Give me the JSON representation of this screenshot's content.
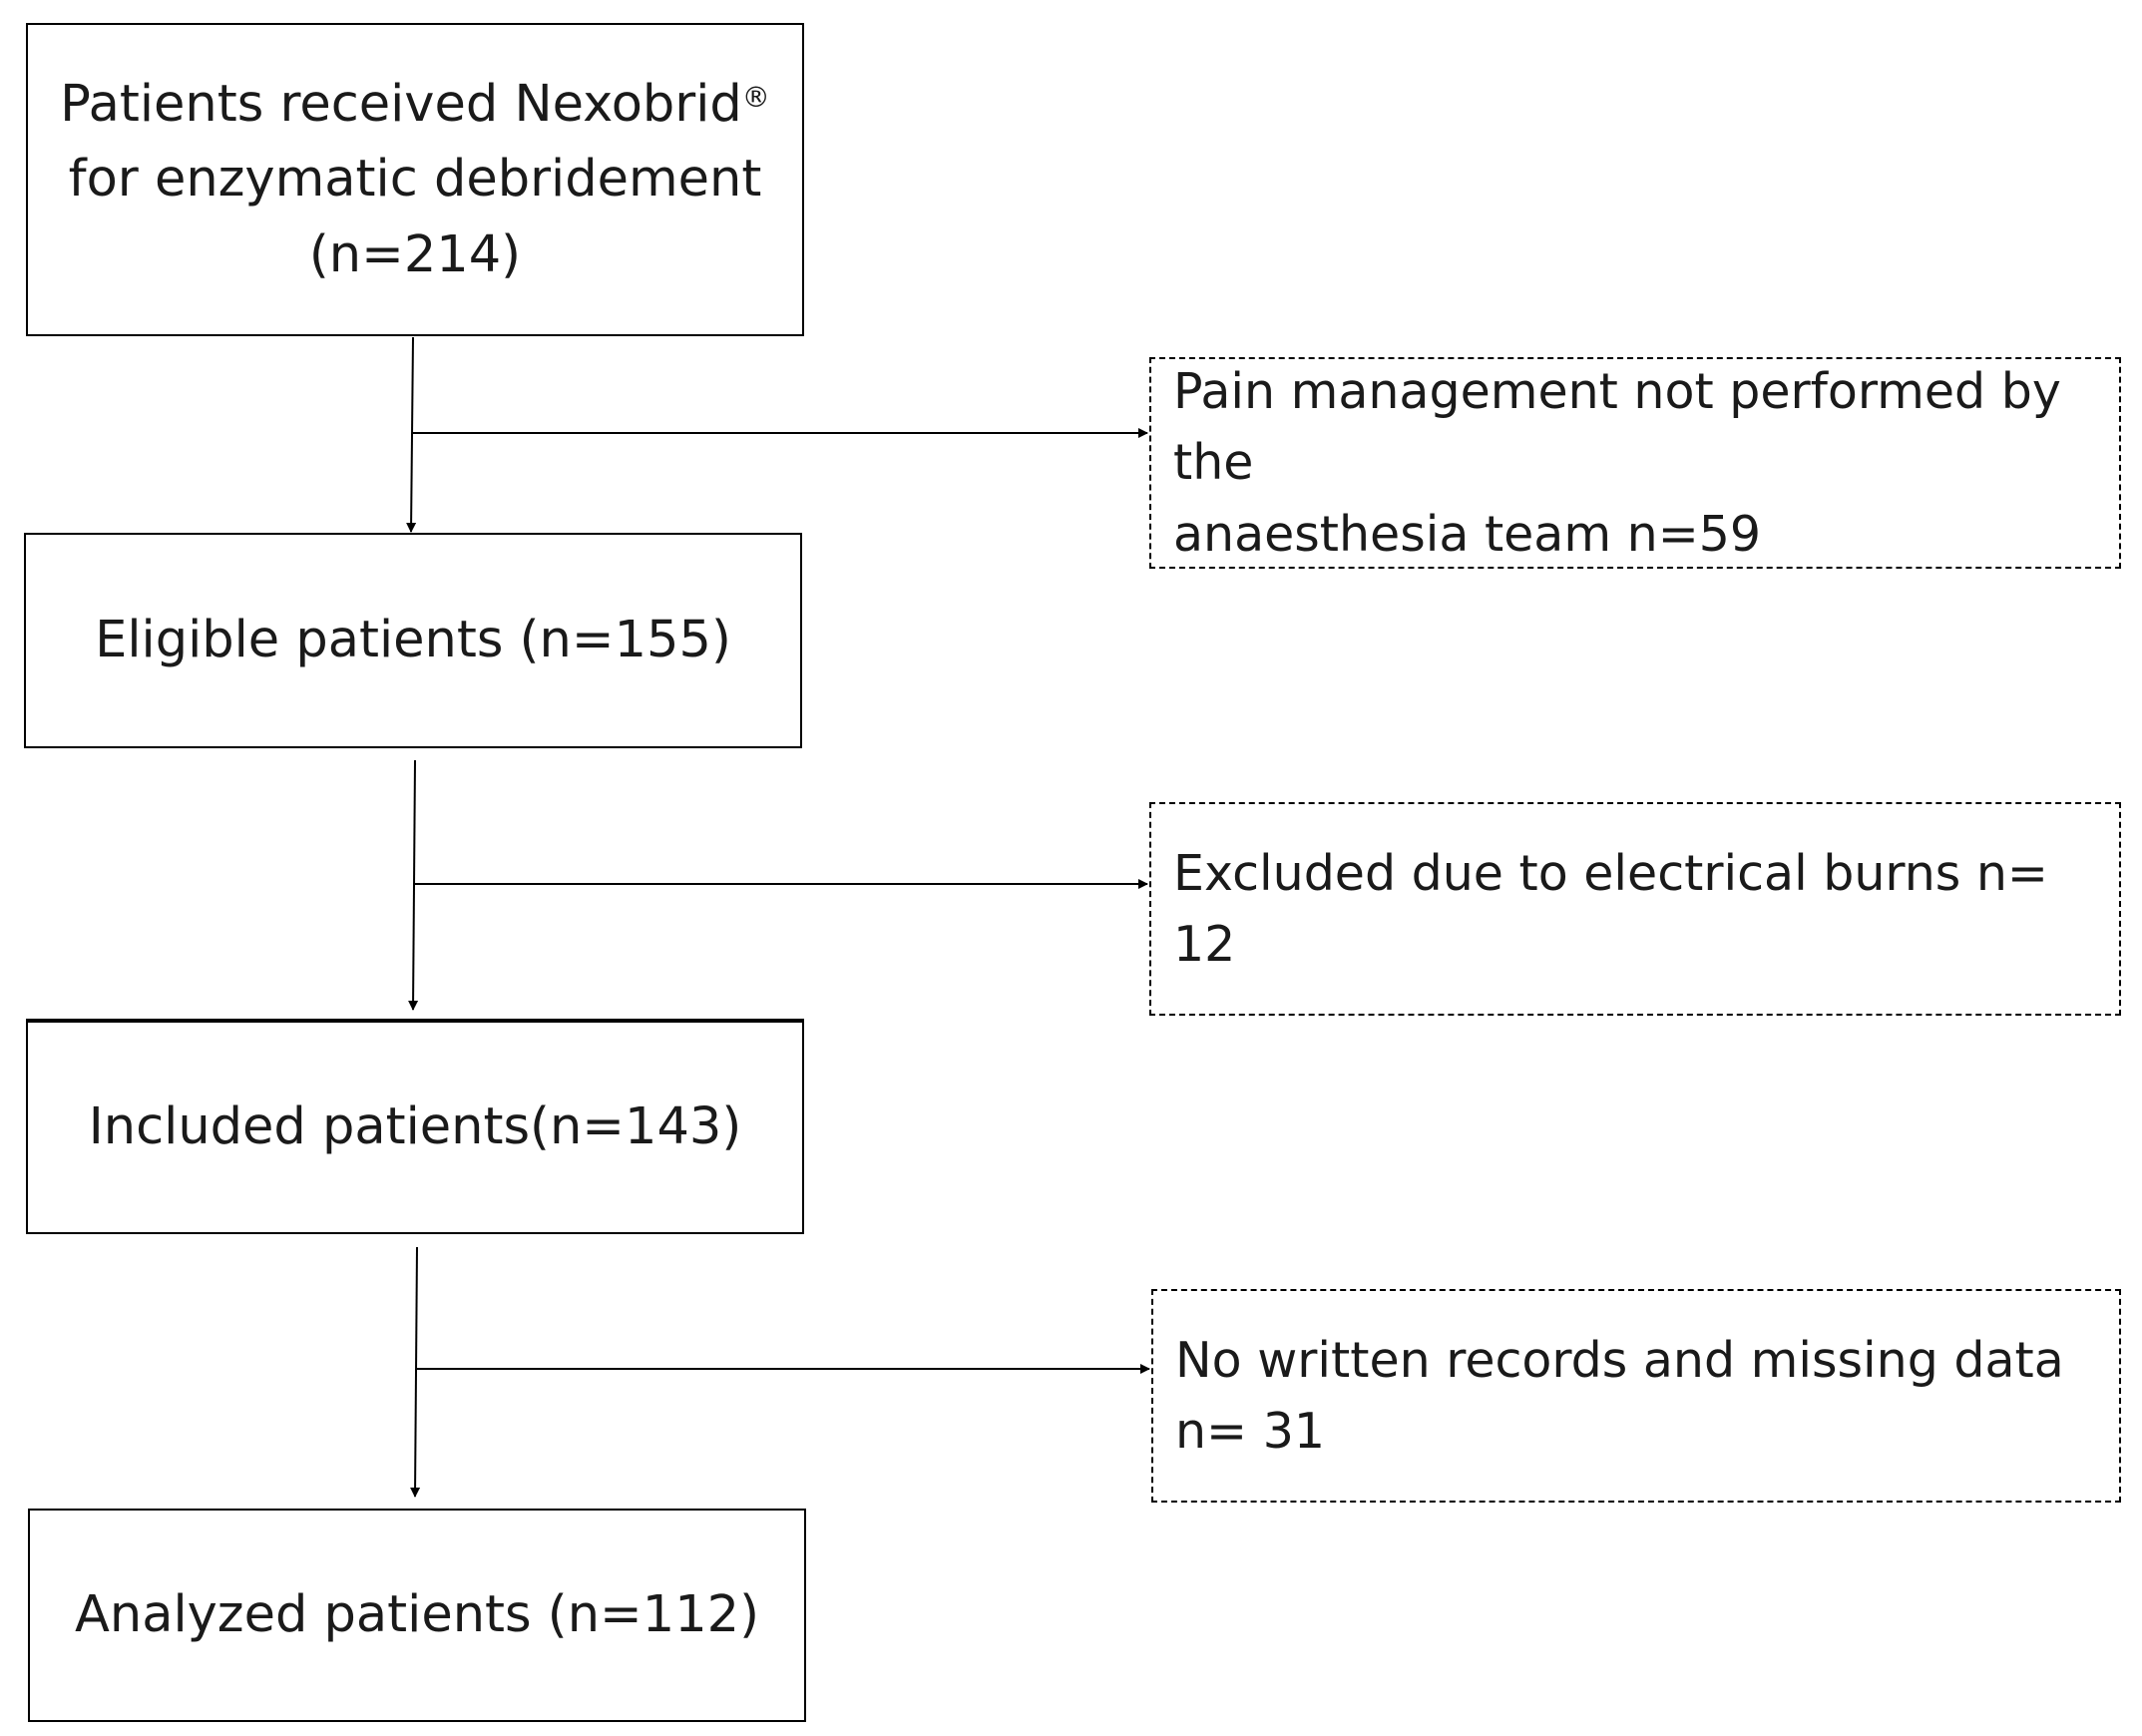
{
  "boxes": {
    "start": {
      "line1": "Patients received Nexobrid",
      "line1_mark": "®",
      "line2": "for enzymatic debridement",
      "line3": "(n=214)"
    },
    "eligible": {
      "text": "Eligible patients (n=155)"
    },
    "included": {
      "text": "Included patients(n=143)"
    },
    "analyzed": {
      "text": "Analyzed patients (n=112)"
    }
  },
  "exclusions": {
    "pain": {
      "line1": "Pain management not performed by the",
      "line2": "anaesthesia team n=59"
    },
    "electrical": {
      "text": "Excluded due to electrical burns n= 12"
    },
    "records": {
      "line1": "No written records and missing data",
      "line2": "n= 31"
    }
  },
  "colors": {
    "stroke": "#000000",
    "text": "#1a1a1a",
    "background": "#ffffff"
  }
}
